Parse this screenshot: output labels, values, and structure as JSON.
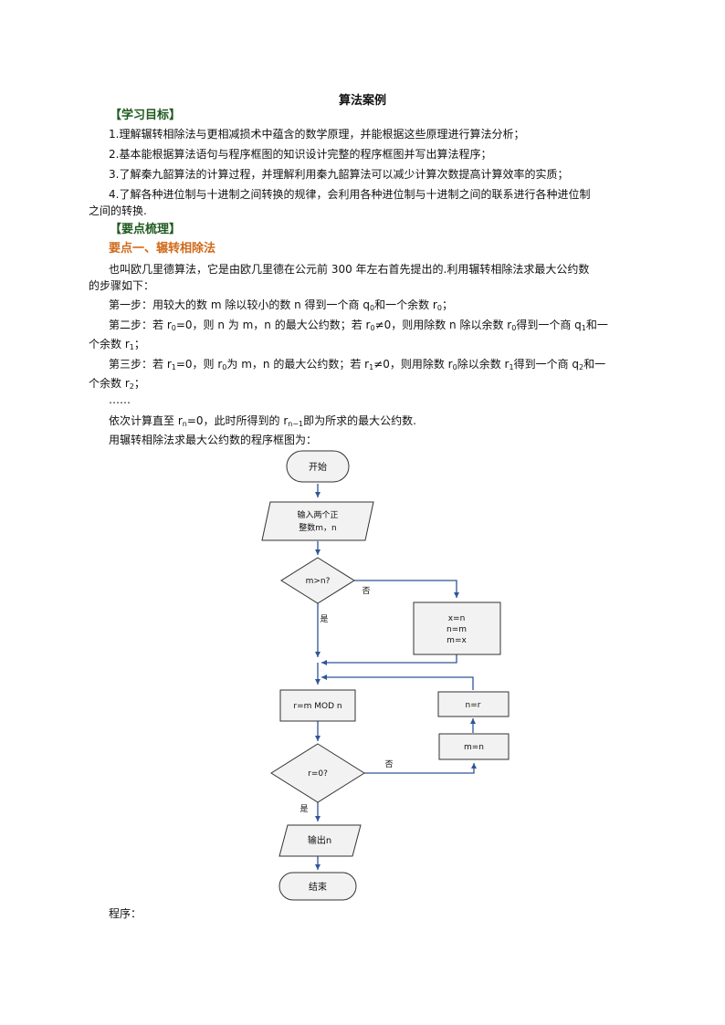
{
  "title": "算法案例",
  "goals": {
    "header": "【学习目标】",
    "items": [
      "1.理解辗转相除法与更相减损术中蕴含的数学原理，并能根据这些原理进行算法分析；",
      "2.基本能根据算法语句与程序框图的知识设计完整的程序框图并写出算法程序；",
      "3.了解秦九韶算法的计算过程，并理解利用秦九韶算法可以减少计算次数提高计算效率的实质；",
      "4.了解各种进位制与十进制之间转换的规律，会利用各种进位制与十进制之间的联系进行各种进位制",
      "之间的转换."
    ]
  },
  "points": {
    "header": "【要点梳理】",
    "point1_title": "要点一、辗转相除法",
    "intro_line1": "也叫欧几里德算法，它是由欧几里德在公元前 300 年左右首先提出的.利用辗转相除法求最大公约数",
    "intro_line2": "的步骤如下：",
    "step1_a": "第一步：用较大的数 m 除以较小的数 n 得到一个商 q",
    "step1_b": "和一个余数 r",
    "step1_c": "；",
    "step2_a": "第二步：若 r",
    "step2_b": "=0，则 n 为 m，n 的最大公约数；若 r",
    "step2_c": "≠0，则用除数 n 除以余数 r",
    "step2_d": "得到一个商 q",
    "step2_e": "和一",
    "step2_f": "个余数 r",
    "step2_g": "；",
    "step3_a": "第三步：若 r",
    "step3_b": "=0，则 r",
    "step3_c": "为 m，n 的最大公约数；若 r",
    "step3_d": "≠0，则用除数 r",
    "step3_e": "除以余数 r",
    "step3_f": "得到一个商 q",
    "step3_g": "和一",
    "step3_h": "个余数 r",
    "step3_i": "；",
    "ellipsis": "……",
    "cont_a": "依次计算直至 r",
    "cont_b": "=0，此时所得到的 r",
    "cont_c": "即为所求的最大公约数.",
    "flow_intro": "用辗转相除法求最大公约数的程序框图为：",
    "program_label": "程序：",
    "sub": {
      "zero": "0",
      "one": "1",
      "two": "2",
      "n": "n",
      "n1": "n−1"
    }
  },
  "flowchart": {
    "start": "开始",
    "input_line1": "输入两个正",
    "input_line2": "整数m，n",
    "cond1": "m>n?",
    "cond1_no": "否",
    "cond1_yes": "是",
    "swap_line1": "x=n",
    "swap_line2": "n=m",
    "swap_line3": "m=x",
    "mod": "r=m MOD n",
    "cond2": "r=0?",
    "cond2_no": "否",
    "cond2_yes": "是",
    "assign_n": "n=r",
    "assign_m": "m=n",
    "output": "输出n",
    "end": "结束"
  }
}
